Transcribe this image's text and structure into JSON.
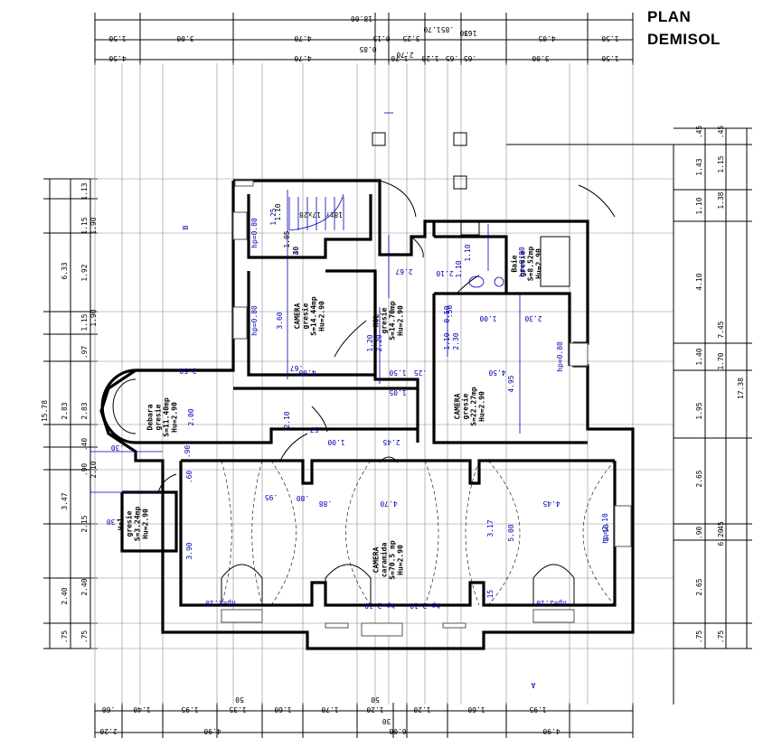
{
  "title": {
    "line1": "PLAN",
    "line2": "DEMISOL"
  },
  "dims_top": {
    "overall": "18.00",
    "row1": [
      "1.50",
      "3.00",
      "4.70",
      "0.15",
      "3.25",
      "4.05",
      "1.50"
    ],
    "row1_extra": [
      ".85",
      ".65",
      "1.70",
      "1.70"
    ],
    "row2": [
      "4.50",
      "4.70",
      "1.70",
      "1.20",
      ".65",
      ".65",
      "3.00",
      "1.50"
    ],
    "row2_extra": [
      "0.85",
      "2.70"
    ]
  },
  "dims_bottom": {
    "row1": [
      ".60",
      "1.40",
      "1.95",
      "1.35",
      "1.60",
      "1.70",
      "1.20",
      "1.20",
      "1.60",
      "1.95"
    ],
    "extra": [
      "50",
      "50",
      ".30"
    ],
    "row2": [
      "2.20",
      "4.90",
      "6.00",
      "4.90"
    ]
  },
  "dims_left": {
    "overall": "15.78",
    "col1": [
      "6.33",
      "2.83",
      "3.47",
      "2.40",
      ".75"
    ],
    "col2": [
      "1.13",
      "1.15",
      "1.92",
      "1.15",
      ".97",
      "2.83",
      ".40",
      ".90",
      "2.15",
      "2.40",
      ".75"
    ],
    "col3": [
      "1.90",
      "1.90",
      "2.10"
    ]
  },
  "dims_right": {
    "overall": "17.38",
    "col1": [
      ".45",
      "1.43",
      "1.10",
      "4.10",
      "1.40",
      "1.95",
      "2.65",
      ".90",
      "2.65",
      ".75"
    ],
    "col2": [
      ".45",
      "1.15",
      "1.38",
      "7.45",
      "1.70",
      "6.20",
      "45",
      ".75"
    ]
  },
  "rooms": [
    {
      "name": "CAMERA",
      "floor": "gresie",
      "area": "S=14.44mp",
      "height": "Hu=2.90"
    },
    {
      "name": "HOL",
      "floor": "gresie",
      "area": "S=14.70mp",
      "height": "Hu=2.90"
    },
    {
      "name": "CAMERA",
      "floor": "gresie",
      "area": "S=22.27mp",
      "height": "Hu=2.90"
    },
    {
      "name": "Debara",
      "floor": "gresie",
      "area": "S=11.40mp",
      "height": "Hu=2.90"
    },
    {
      "name": "CAMERA",
      "floor": "caramida",
      "area": "S=70.5 mp",
      "height": "Hu=2.90"
    },
    {
      "name": "Hol",
      "floor": "gresie",
      "area": "S=3.24mp",
      "height": "Hu=2.90"
    },
    {
      "name": "Baie",
      "floor": "gresie",
      "area": "S=8.52mp",
      "height": "Hu=2.90"
    }
  ],
  "inner_dims": [
    "3.60",
    "4.00",
    "2.00",
    "3.90",
    "4.95",
    "4.50",
    "2.30",
    "1.00",
    "4.70",
    "4.45",
    "2.10",
    "5.00",
    "3.17",
    "1.10",
    "2.30",
    "1.20",
    "2.20",
    "1.50",
    "2.10",
    "1.00",
    "2.45",
    "1.05",
    "1.25",
    "1.10",
    "2.67",
    "2.10",
    "1.10",
    "0.50",
    "2.50",
    ".90",
    ".15",
    ".60",
    ".80",
    ".88",
    ".95",
    ".57",
    ".30",
    ".67",
    ".25",
    ".40",
    ".50",
    ".30"
  ],
  "window_heights": [
    "hp=0.80",
    "hp=0.80",
    "hp=0.80",
    "hp=0.80",
    "hp=2.10",
    "hp=2.10",
    "hp=2.10",
    "hp=2.10",
    "hp=2.10"
  ],
  "stair": {
    "label": "18tr 17x28",
    "dims": [
      "1.10",
      "1.05",
      ".30"
    ]
  },
  "markers": [
    "B",
    "A"
  ]
}
